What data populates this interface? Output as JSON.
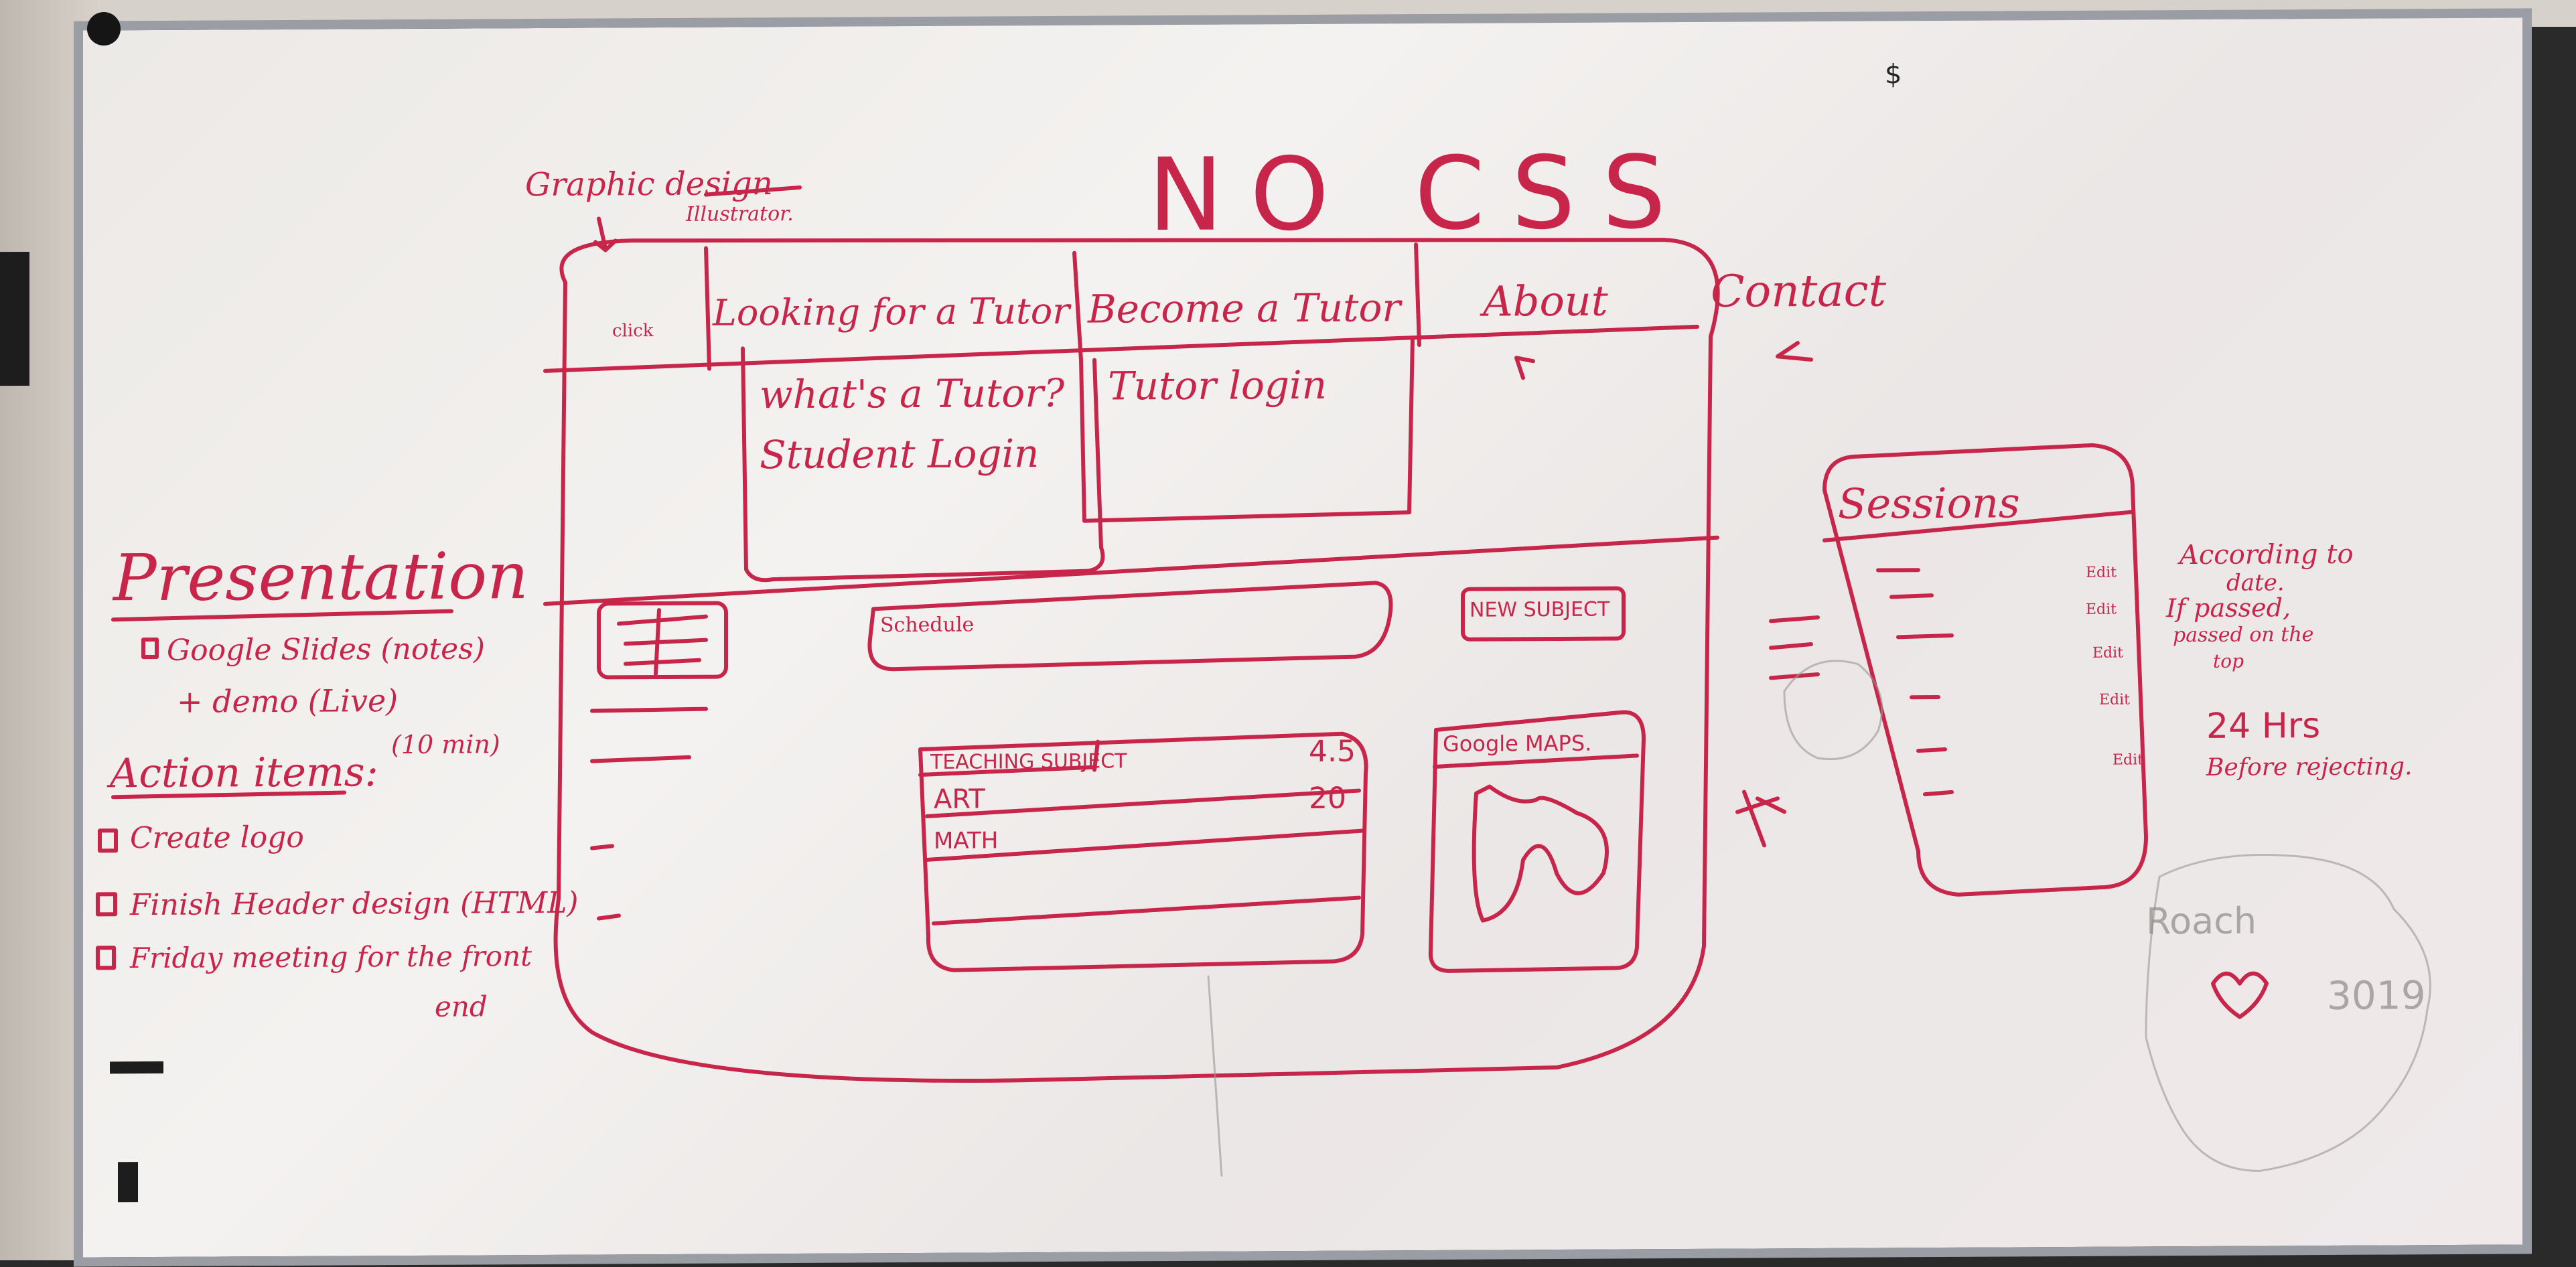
{
  "header": {
    "title": "NO CSS",
    "note_graphic": "Graphic design",
    "note_illustrator": "Illustrator.",
    "dollar_mark": "$"
  },
  "wireframe": {
    "nav": {
      "click_label": "click",
      "looking": "Looking for a Tutor",
      "become": "Become a Tutor",
      "about": "About",
      "contact": "Contact"
    },
    "dropdown_left": [
      "what's a Tutor?",
      "Student Login"
    ],
    "dropdown_right": [
      "Tutor login"
    ],
    "schedule_label": "Schedule",
    "new_subject_label": "NEW SUBJECT",
    "table": {
      "header": "TEACHING SUBJECT",
      "rating": "4.5",
      "rows": [
        {
          "subject": "ART",
          "value": "20"
        },
        {
          "subject": "MATH",
          "value": ""
        }
      ]
    },
    "maps_label": "Google MAPS."
  },
  "sessions": {
    "title": "Sessions",
    "edit_labels": [
      "Edit",
      "Edit",
      "Edit",
      "Edit",
      "Edit"
    ],
    "notes": [
      "According to",
      "date.",
      "If passed,",
      "passed on the",
      "top",
      "24 Hrs",
      "Before rejecting."
    ]
  },
  "presentation": {
    "title": "Presentation",
    "items": [
      "Google Slides (notes)",
      "+ demo (Live)",
      "(10 min)"
    ]
  },
  "action_items": {
    "title": "Action items:",
    "items": [
      "Create logo",
      "Finish Header design (HTML)",
      "Friday meeting for the front",
      "end"
    ]
  },
  "signature": {
    "name": "Roach",
    "room": "3019"
  },
  "colors": {
    "ink": "#c8254a",
    "board": "#eeebe8",
    "frame": "#9a9ea4"
  }
}
